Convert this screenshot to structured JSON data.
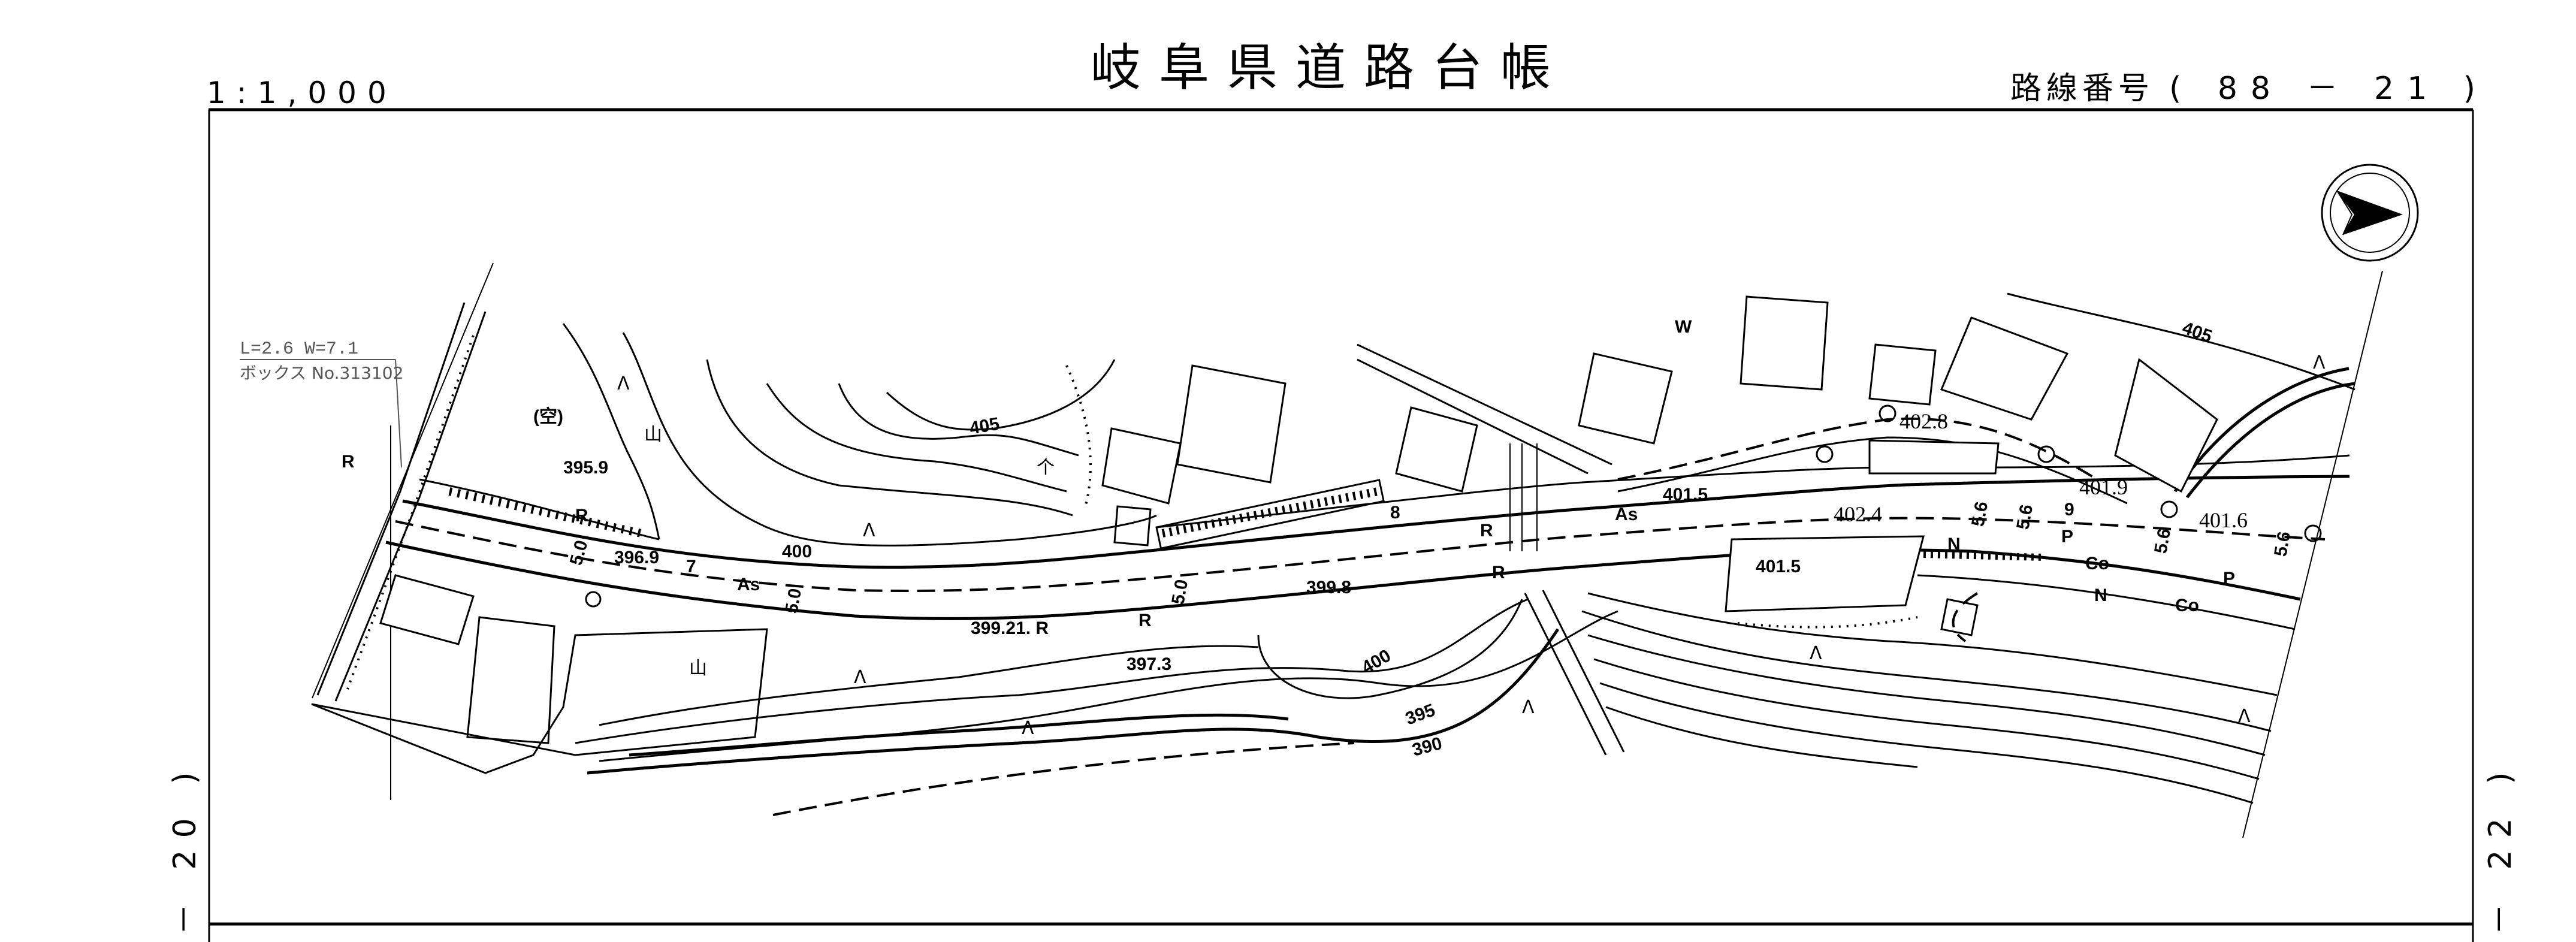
{
  "header": {
    "title": "岐阜県道路台帳",
    "scale": "1:1,000",
    "route_label": "路線番号",
    "route_number": "( 88 － 21 )"
  },
  "side_labels": {
    "left": "－ 20 )",
    "right": "－ 22 )"
  },
  "annotation": {
    "dimensions": "L=2.6  W=7.1",
    "structure": "ボックス  No.313102"
  },
  "map_labels": [
    "(空)",
    "395.9",
    "396.9",
    "As",
    "405",
    "400",
    "399.8",
    "399.21. R",
    "397.3",
    "400",
    "395",
    "390",
    "401.5",
    "402.4",
    "401.5",
    "402.8",
    "401.9",
    "401.6",
    "405",
    "As",
    "R",
    "R",
    "R",
    "R",
    "R",
    "5.0",
    "5.0",
    "5.0",
    "5.6",
    "5.6",
    "5.6",
    "5.6",
    "7",
    "8",
    "9",
    "N",
    "N",
    "P",
    "P",
    "Co",
    "Co",
    "W"
  ],
  "icons": {
    "north_arrow": "north-arrow-icon"
  }
}
